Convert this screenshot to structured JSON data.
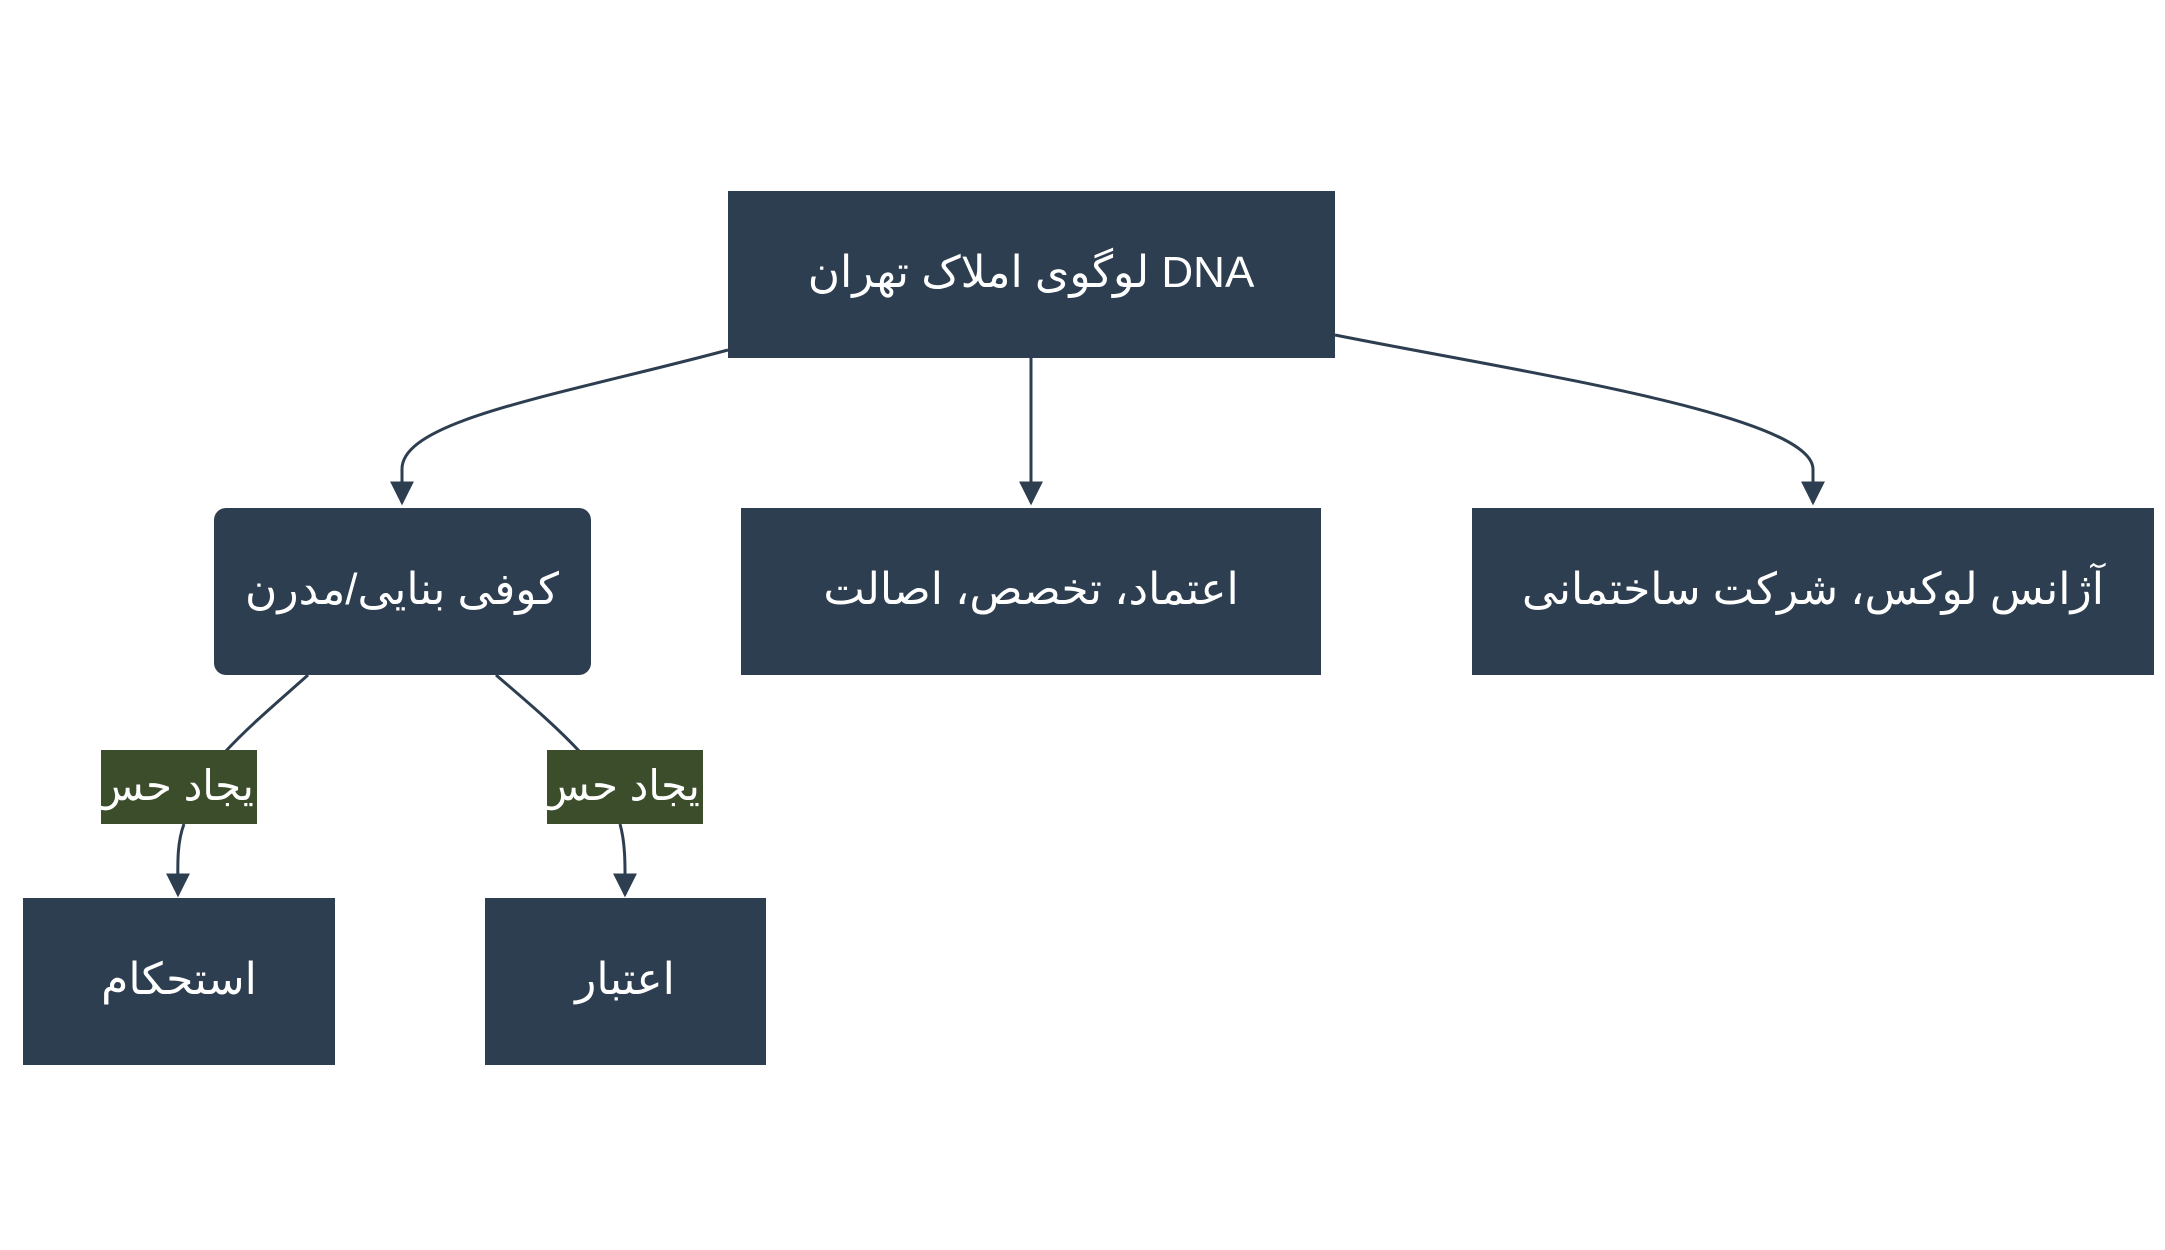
{
  "colors": {
    "node_fill": "#2d3e50",
    "edge_label_fill": "#3b4d2b",
    "edge_stroke": "#2d3e50",
    "text": "#ffffff",
    "background": "#ffffff"
  },
  "nodes": {
    "root": "DNA لوگوی املاک تهران",
    "font": "کوفی بنایی/مدرن",
    "values": "اعتماد، تخصص، اصالت",
    "audience": "آژانس لوکس، شرکت ساختمانی",
    "stability": "استحکام",
    "credibility": "اعتبار"
  },
  "edge_labels": {
    "font_to_stability": "ایجاد حس",
    "font_to_credibility": "ایجاد حس"
  },
  "edges": [
    {
      "from": "root",
      "to": "font"
    },
    {
      "from": "root",
      "to": "values"
    },
    {
      "from": "root",
      "to": "audience"
    },
    {
      "from": "font",
      "to": "stability",
      "label": "ایجاد حس"
    },
    {
      "from": "font",
      "to": "credibility",
      "label": "ایجاد حس"
    }
  ]
}
